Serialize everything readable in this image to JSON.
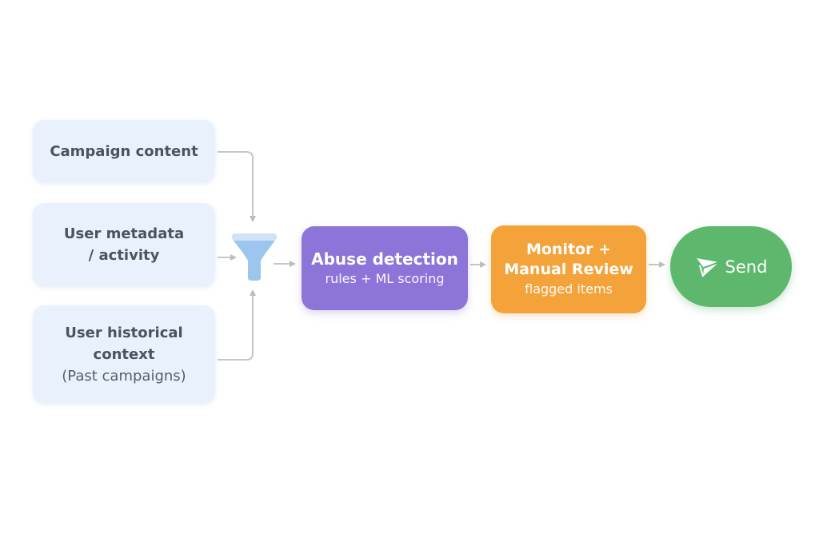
{
  "inputs": [
    {
      "title": "Campaign content",
      "sub": ""
    },
    {
      "title": "User metadata",
      "title2": "/ activity"
    },
    {
      "title": "User historical",
      "title2": "context",
      "sub": "(Past campaigns)"
    }
  ],
  "funnel": {
    "icon": "funnel-icon"
  },
  "stages": {
    "abuse": {
      "title": "Abuse detection",
      "sub": "rules + ML scoring"
    },
    "review": {
      "title": "Monitor +",
      "title2": "Manual Review",
      "sub": "flagged items"
    },
    "send": {
      "title": "Send",
      "icon": "send-icon"
    }
  },
  "colors": {
    "input_bg": "#e9f2fc",
    "abuse": "#8d74d8",
    "review": "#f4a33b",
    "send": "#5db86d",
    "funnel": "#9cc6ee",
    "connector": "#b9bcc2"
  }
}
